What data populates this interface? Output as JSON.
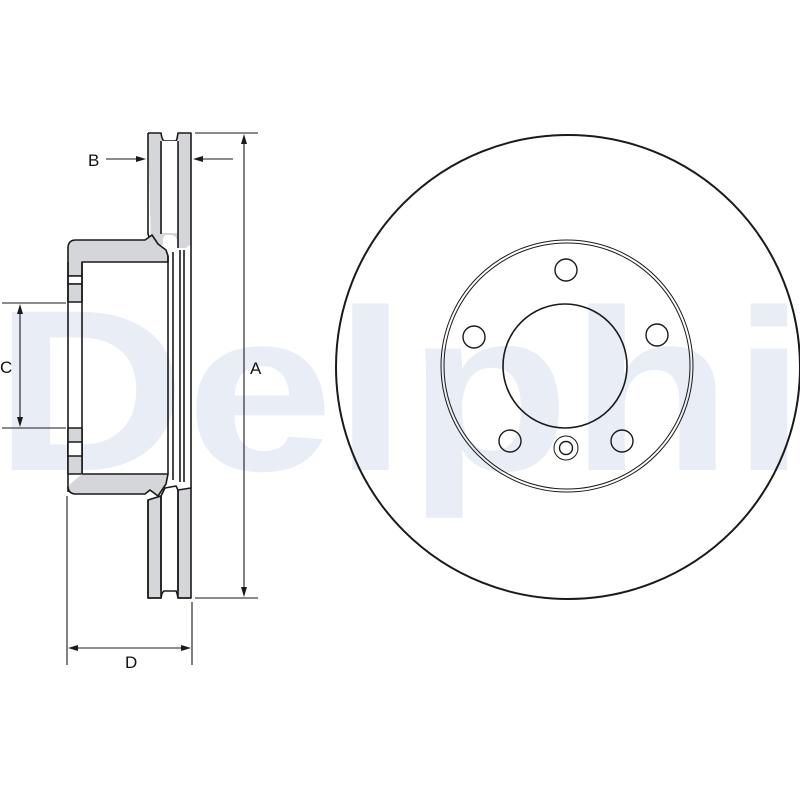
{
  "watermark": {
    "text": "Delphi",
    "color": "#e9eef6"
  },
  "colors": {
    "line": "#1a1a1a",
    "section_fill": "#d4d6d9",
    "background": "#ffffff"
  },
  "dimensions": {
    "A": {
      "label": "A",
      "meaning": "outer diameter"
    },
    "B": {
      "label": "B",
      "meaning": "disc thickness"
    },
    "C": {
      "label": "C",
      "meaning": "centre bore"
    },
    "D": {
      "label": "D",
      "meaning": "overall height"
    }
  },
  "front_view": {
    "bolt_holes": 5,
    "locating_holes": 1
  }
}
